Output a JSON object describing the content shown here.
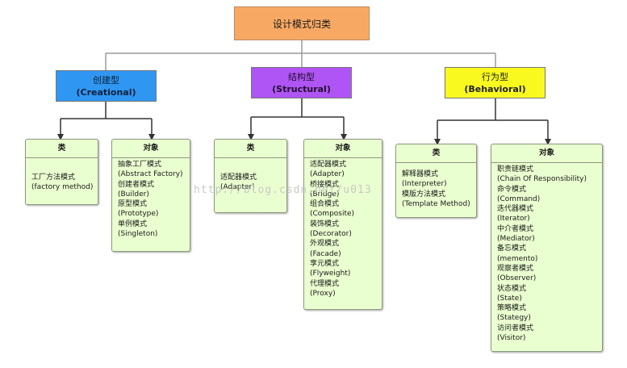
{
  "root": {
    "label": "设计模式归类"
  },
  "categories": [
    {
      "zh": "创建型",
      "en": "(Creational)",
      "groups": [
        {
          "title": "类",
          "items": [
            "工厂方法模式",
            "(factory method)"
          ]
        },
        {
          "title": "对象",
          "items": [
            "抽象工厂模式",
            "(Abstract Factory)",
            "创建者模式",
            "(Builder)",
            "原型模式",
            "(Prototype)",
            "单例模式",
            "(Singleton)"
          ]
        }
      ]
    },
    {
      "zh": "结构型",
      "en": "(Structural)",
      "groups": [
        {
          "title": "类",
          "items": [
            "适配器模式",
            "(Adapter)"
          ]
        },
        {
          "title": "对象",
          "items": [
            "适配器模式",
            "(Adapter)",
            "桥接模式",
            "(Bridge)",
            "组合模式",
            "(Composite)",
            "装饰模式",
            "(Decorator)",
            "外观模式",
            "(Facade)",
            "享元模式",
            "(Flyweight)",
            "代理模式",
            "(Proxy)"
          ]
        }
      ]
    },
    {
      "zh": "行为型",
      "en": "(Behavioral)",
      "groups": [
        {
          "title": "类",
          "items": [
            "解释器模式",
            "(Interpreter)",
            "模版方法模式",
            "(Template Method)"
          ]
        },
        {
          "title": "对象",
          "items": [
            "职责链模式",
            "(Chain Of Responsibility)",
            "命令模式",
            "(Command)",
            "迭代器模式",
            "(Iterator)",
            "中介者模式",
            "(Mediator)",
            "备忘模式",
            "(memento)",
            "观察者模式",
            "(Observer)",
            "状态模式",
            "(State)",
            "策略模式",
            "(Stategy)",
            "访问者模式",
            "(Visitor)"
          ]
        }
      ]
    }
  ],
  "watermark": "http://blog.csdn.net/u013"
}
